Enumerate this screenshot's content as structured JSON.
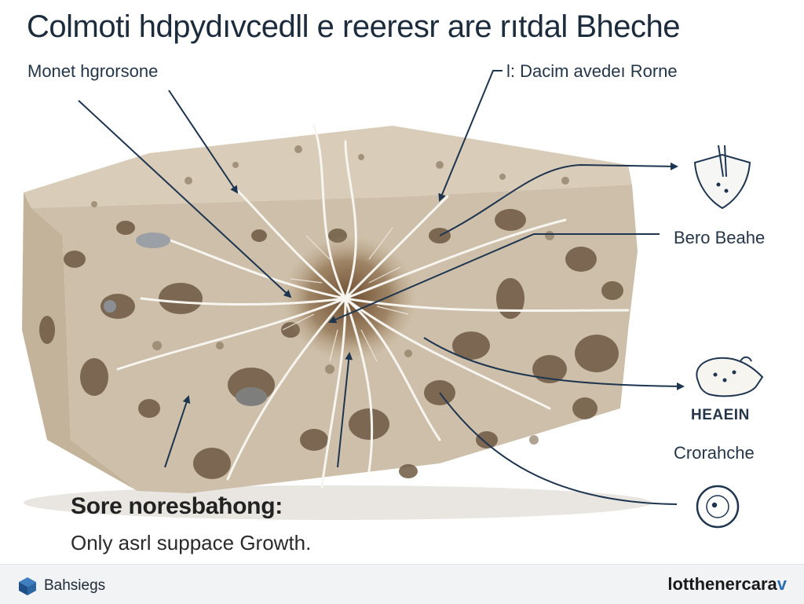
{
  "title": "Colmoti hdpydıvcedll e reeresr are rıtdal Bheche",
  "labels": {
    "top_left": "Monet hgrorsone",
    "top_right": "l: Dacim avedeı Rorne",
    "right_middle": "Bero Beahe",
    "right_caps": "HEAEIN",
    "right_lower": "Crorahche"
  },
  "caption": {
    "heading": "Sore noresbaħong:",
    "subtext": "Only asrl suppace Growth."
  },
  "footer": {
    "brand": "Bahsiegs",
    "watermark_main": "lotthenercara",
    "watermark_accent": "v"
  },
  "icons": {
    "shield": "shield-icon",
    "cloth": "bag-icon",
    "circle": "circle-target-icon",
    "logo": "cube-logo-icon"
  },
  "colors": {
    "arrow": "#1e3550",
    "stone": "#cbbba5",
    "roots": "#f7f5ef"
  }
}
